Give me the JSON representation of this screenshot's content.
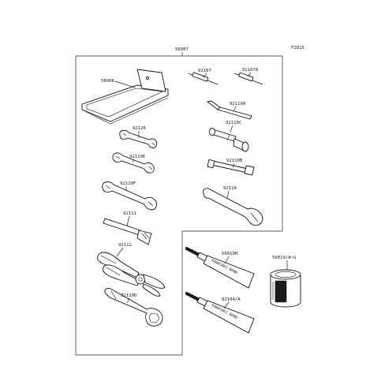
{
  "figure_code": "F2815",
  "labels": {
    "kit": "56007",
    "pouch": "56008",
    "screwdriver_a": "92107",
    "screwdriver_b": "92107A",
    "hex_wrench": "92110A",
    "wrench_126": "92126",
    "plug_wrench": "92110C",
    "wrench_110e": "92110E",
    "handle_bar": "92110B",
    "wrench_110f": "92110F",
    "wrench_110": "92110",
    "extension_bar": "92111",
    "pliers": "92112",
    "box_wrench": "92110D",
    "tube_sealant": "56019H",
    "tube_lock": "92104/A",
    "can": "56019/A~G"
  },
  "tube_text": "KAWASAKI BOND"
}
